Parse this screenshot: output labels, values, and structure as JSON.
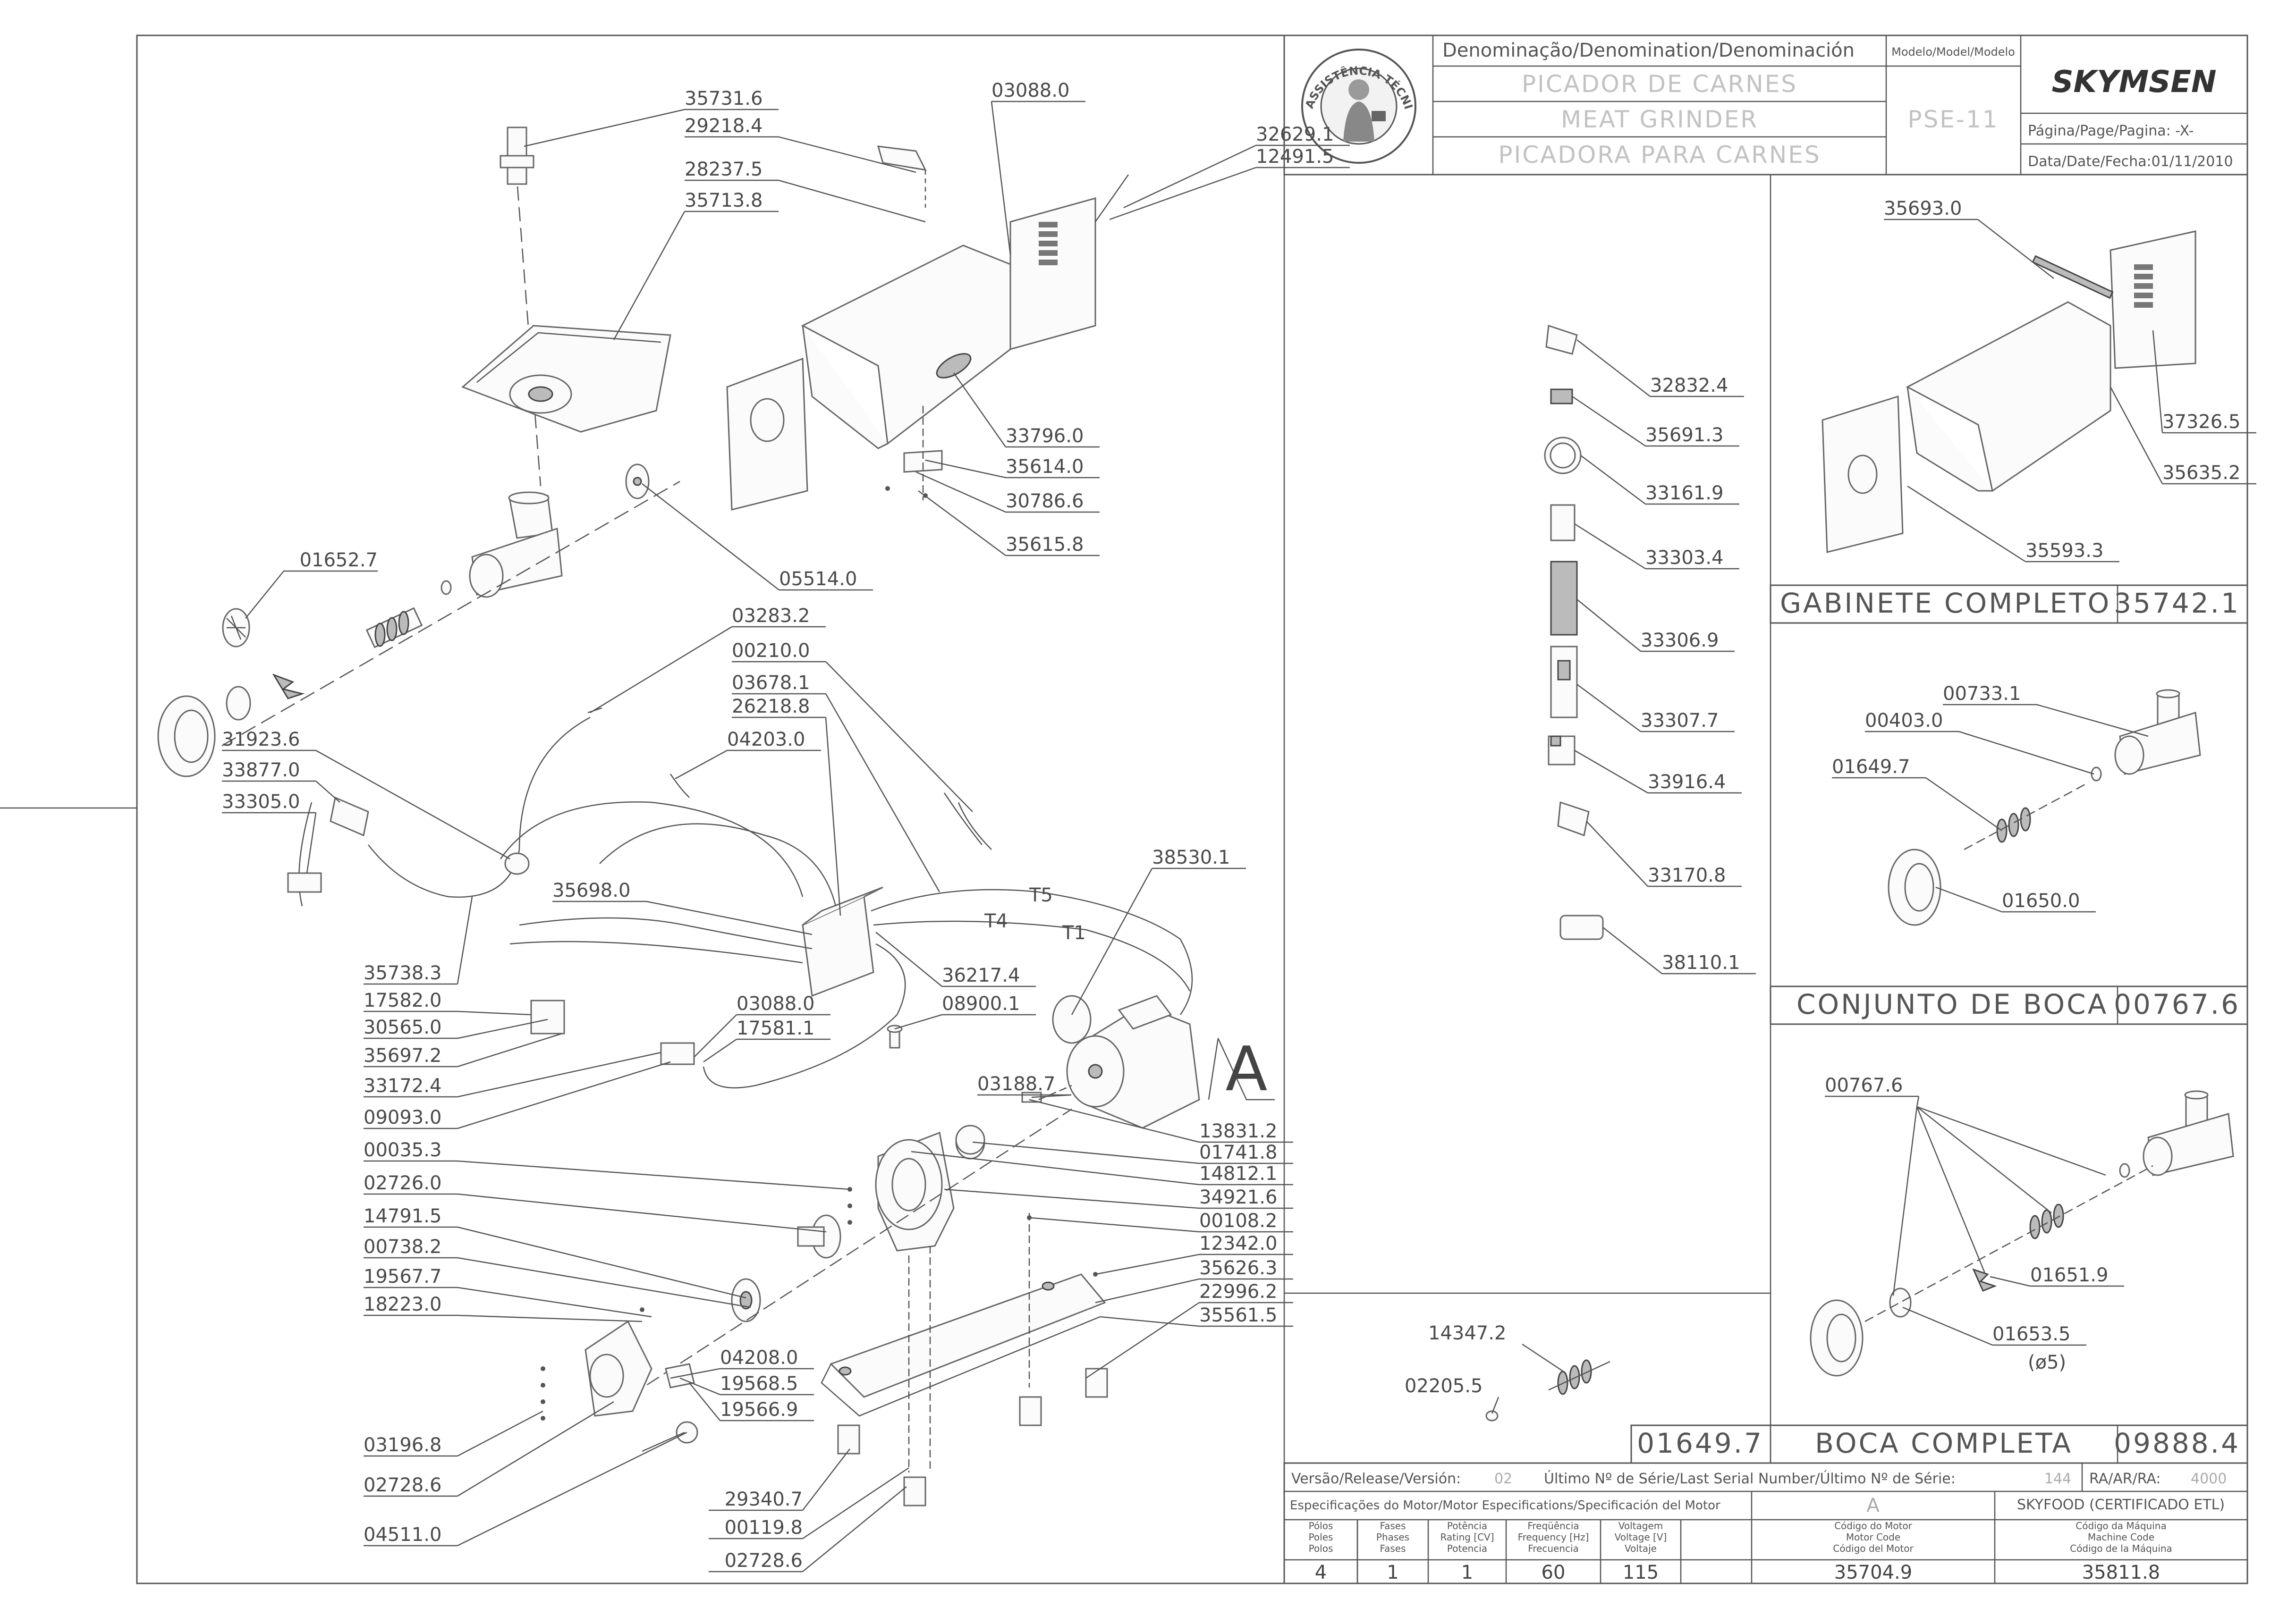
{
  "title_block": {
    "denomination_header": "Denominação/Denomination/Denominación",
    "name_pt": "PICADOR DE CARNES",
    "name_en": "MEAT GRINDER",
    "name_es": "PICADORA  PARA CARNES",
    "model_header": "Modelo/Model/Modelo",
    "model": "PSE-11",
    "brand": "SKYMSEN",
    "page_label": "Página/Page/Pagina: -X-",
    "date_label": "Data/Date/Fecha:01/11/2010",
    "seal_text": "ASSISTÊNCIA TÉCNICA AUTORIZADA"
  },
  "sections": {
    "cabinet": {
      "title": "GABINETE COMPLETO",
      "code": "35742.1"
    },
    "mouth_set": {
      "title": "CONJUNTO DE BOCA",
      "code": "00767.6"
    },
    "complete_mouth": {
      "code_left": "01649.7",
      "title": "BOCA COMPLETA",
      "code": "09888.4"
    },
    "mouth_note": "(ø5)"
  },
  "footer": {
    "version_label": "Versão/Release/Versión:",
    "version_value": "02",
    "serial_label": "Último Nº de Série/Last Serial Number/Último Nº de Série:",
    "serial_value": "144",
    "ra_label": "RA/AR/RA:",
    "ra_value": "4000",
    "motor_spec_label": "Especificações do Motor/Motor Especifications/Specificación del Motor",
    "motor_letter": "A",
    "certificate": "SKYFOOD (CERTIFICADO ETL)",
    "columns": [
      {
        "header": "Pólos\nPoles\nPolos",
        "value": "4"
      },
      {
        "header": "Fases\nPhases\nFases",
        "value": "1"
      },
      {
        "header": "Potência\nRating [CV]\nPotencia",
        "value": "1"
      },
      {
        "header": "Freqüência\nFrequency [Hz]\nFrecuencia",
        "value": "60"
      },
      {
        "header": "Voltagem\nVoltage [V]\nVoltaje",
        "value": "115"
      },
      {
        "header": "Código do Motor\nMotor Code\nCódigo del Motor",
        "value": "35704.9"
      },
      {
        "header": "Código da Máquina\nMachine Code\nCódigo de la Máquina",
        "value": "35811.8"
      }
    ]
  },
  "wire_labels": [
    "T5",
    "T4",
    "T1"
  ],
  "motor_mark": "A",
  "part_labels": {
    "main": [
      "35731.6",
      "29218.4",
      "28237.5",
      "35713.8",
      "03088.0",
      "32629.1",
      "12491.5",
      "33796.0",
      "35614.0",
      "30786.6",
      "35615.8",
      "01652.7",
      "05514.0",
      "03283.2",
      "00210.0",
      "03678.1",
      "26218.8",
      "04203.0",
      "31923.6",
      "33877.0",
      "33305.0",
      "35698.0",
      "38530.1",
      "36217.4",
      "08900.1",
      "35738.3",
      "17582.0",
      "30565.0",
      "35697.2",
      "33172.4",
      "09093.0",
      "03088.0",
      "17581.1",
      "03188.7",
      "13831.2",
      "01741.8",
      "14812.1",
      "34921.6",
      "00108.2",
      "12342.0",
      "35626.3",
      "22996.2",
      "35561.5",
      "00035.3",
      "02726.0",
      "14791.5",
      "00738.2",
      "19567.7",
      "18223.0",
      "04208.0",
      "19568.5",
      "19566.9",
      "03196.8",
      "02728.6",
      "04511.0",
      "29340.7",
      "00119.8",
      "02728.6"
    ],
    "labels": [
      "32832.4",
      "35691.3",
      "33161.9",
      "33303.4",
      "33306.9",
      "33307.7",
      "33916.4",
      "33170.8",
      "38110.1"
    ],
    "cabinet": [
      "35693.0",
      "37326.5",
      "35635.2",
      "35593.3"
    ],
    "mouth_set": [
      "00733.1",
      "00403.0",
      "01649.7",
      "01650.0"
    ],
    "complete_mouth": [
      "00767.6",
      "01651.9",
      "01653.5"
    ],
    "screw_detail": [
      "14347.2",
      "02205.5"
    ]
  }
}
